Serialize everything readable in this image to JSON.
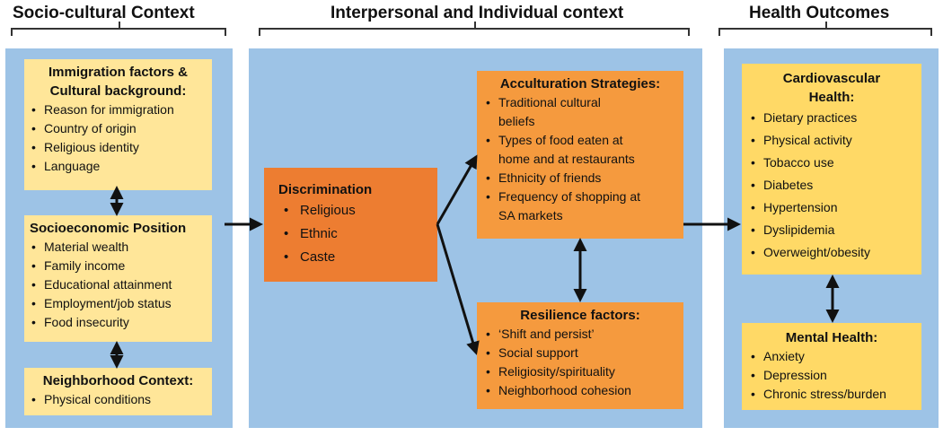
{
  "columns": {
    "left_title": "Socio-cultural Context",
    "middle_title": "Interpersonal and Individual context",
    "right_title": "Health Outcomes"
  },
  "immigration": {
    "title_line1": "Immigration factors &",
    "title_line2": "Cultural background:",
    "items": [
      "Reason for immigration",
      "Country of origin",
      "Religious identity",
      "Language"
    ]
  },
  "socioeconomic": {
    "title": "Socioeconomic Position",
    "items": [
      "Material wealth",
      "Family income",
      "Educational attainment",
      "Employment/job status",
      "Food insecurity"
    ]
  },
  "neighborhood": {
    "title": "Neighborhood Context:",
    "items": [
      "Physical conditions"
    ]
  },
  "discrimination": {
    "title": "Discrimination",
    "items": [
      "Religious",
      "Ethnic",
      "Caste"
    ]
  },
  "acculturation": {
    "title": "Acculturation Strategies:",
    "items": [
      [
        "Traditional cultural",
        "beliefs"
      ],
      [
        "Types of food eaten at",
        "home and at restaurants"
      ],
      [
        "Ethnicity of friends"
      ],
      [
        "Frequency of shopping at",
        "SA markets"
      ]
    ]
  },
  "resilience": {
    "title": "Resilience factors:",
    "items": [
      "‘Shift and persist’",
      "Social support",
      "Religiosity/spirituality",
      "Neighborhood cohesion"
    ]
  },
  "cardiovascular": {
    "title_line1": "Cardiovascular",
    "title_line2": "Health:",
    "items": [
      "Dietary practices",
      "Physical activity",
      "Tobacco use",
      "Diabetes",
      "Hypertension",
      "Dyslipidemia",
      "Overweight/obesity"
    ]
  },
  "mental": {
    "title": "Mental Health:",
    "items": [
      "Anxiety",
      "Depression",
      "Chronic stress/burden"
    ]
  },
  "colors": {
    "panel": "#9dc3e6",
    "light_yellow": "#ffe699",
    "yellow": "#ffd966",
    "orange": "#f59a3e",
    "dark_orange": "#ed7d31"
  }
}
